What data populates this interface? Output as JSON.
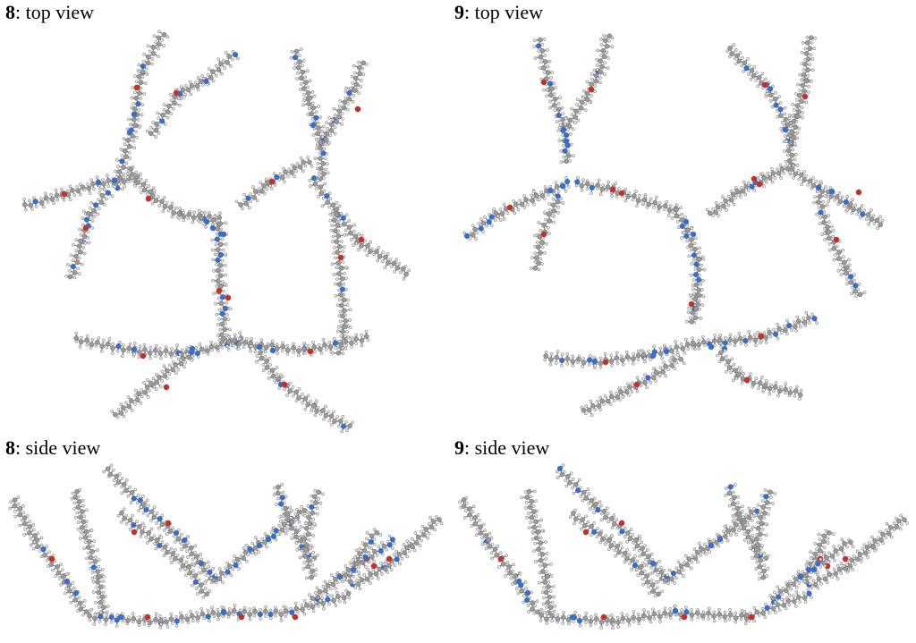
{
  "panels": [
    {
      "compound": "8",
      "view_label": ": top view"
    },
    {
      "compound": "9",
      "view_label": ": top view"
    },
    {
      "compound": "8",
      "view_label": ": side view"
    },
    {
      "compound": "9",
      "view_label": ": side view"
    }
  ],
  "atom_colors": {
    "carbon": "#9a9a9a",
    "hydrogen": "#e6e6e6",
    "nitrogen": "#2f6fd6",
    "oxygen": "#d12a1f"
  }
}
